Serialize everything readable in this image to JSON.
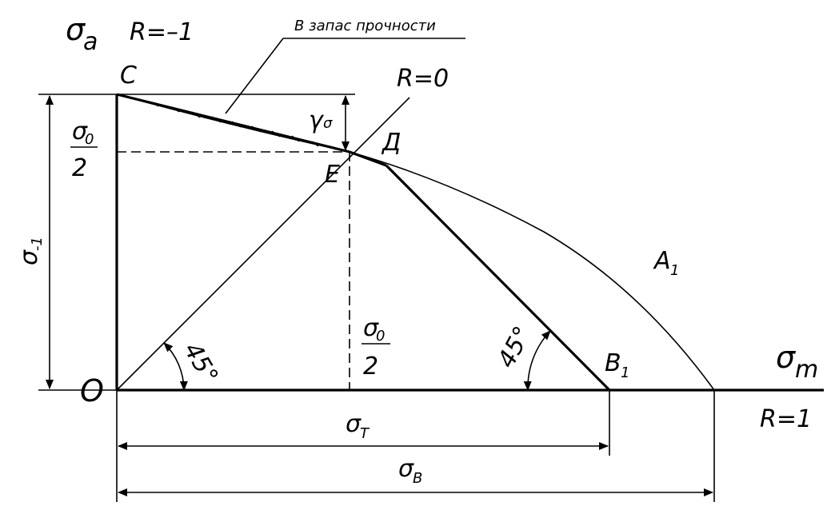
{
  "labels": {
    "sigma_a": "σ",
    "sigma_a_sub": "a",
    "sigma_m": "σ",
    "sigma_m_sub": "m",
    "R_minus1": "R=–1",
    "R_zero": "R=0",
    "R_one": "R=1",
    "C": "C",
    "D": "Д",
    "E": "E",
    "O": "O",
    "A1": "A",
    "A1_sub": "1",
    "B1": "B",
    "B1_sub": "1",
    "leader_text": "В запас прочности",
    "gamma": "γ",
    "gamma_sub": "σ",
    "sigma0_num": "σ",
    "sigma0_sub": "0",
    "sigma0_den": "2",
    "sigma_minus1": "σ",
    "sigma_minus1_sub": "-1",
    "sigma_T": "σ",
    "sigma_T_sub": "T",
    "sigma_B": "σ",
    "sigma_B_sub": "B",
    "angle_left": "45°",
    "angle_right": "45°"
  }
}
